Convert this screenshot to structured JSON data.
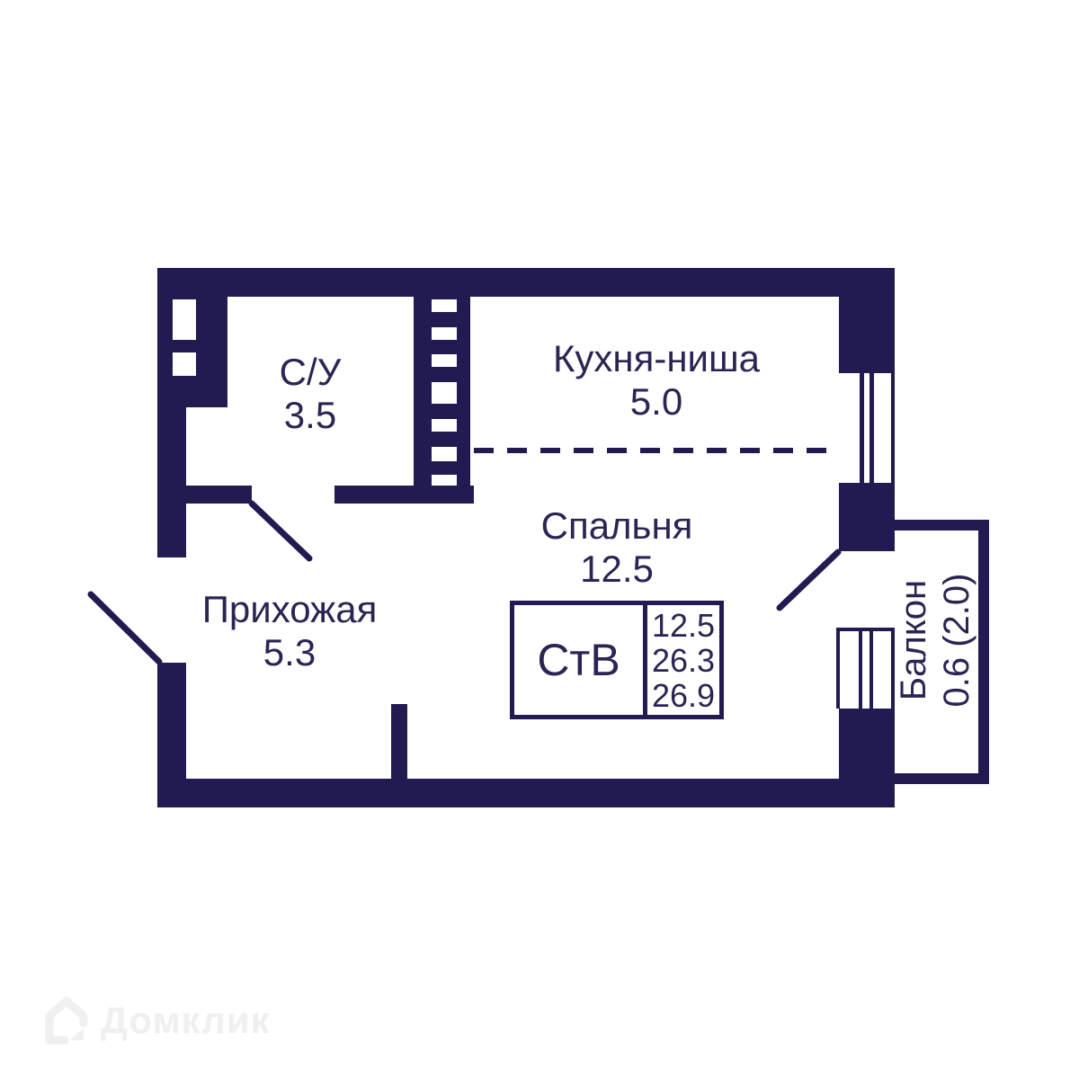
{
  "rooms": {
    "bathroom": {
      "name": "С/У",
      "area": "3.5"
    },
    "kitchen": {
      "name": "Кухня-ниша",
      "area": "5.0"
    },
    "bedroom": {
      "name": "Спальня",
      "area": "12.5"
    },
    "hallway": {
      "name": "Прихожая",
      "area": "5.3"
    },
    "balcony": {
      "name": "Балкон",
      "area": "0.6 (2.0)"
    }
  },
  "info_box": {
    "type": "СтВ",
    "values": [
      "12.5",
      "26.3",
      "26.9"
    ]
  },
  "watermark": {
    "label": "Домклик",
    "icon": "house-logo-icon"
  },
  "colors": {
    "wall": "#211b52",
    "text": "#2b2554",
    "background": "#ffffff",
    "watermark": "#f0eff2"
  }
}
